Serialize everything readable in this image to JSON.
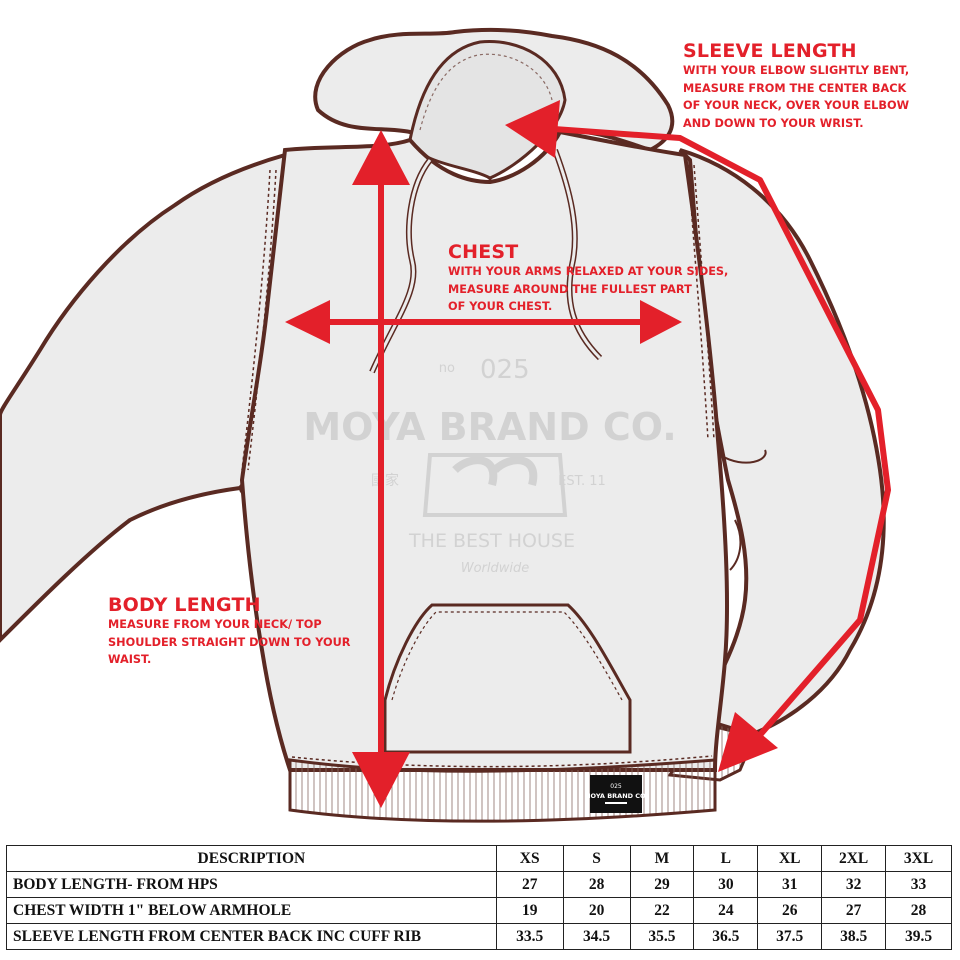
{
  "callouts": {
    "sleeve": {
      "heading": "SLEEVE LENGTH",
      "text": "WITH YOUR ELBOW SLIGHTLY BENT,\nMEASURE FROM THE CENTER BACK\nOF YOUR NECK, OVER YOUR ELBOW\nAND DOWN TO YOUR WRIST."
    },
    "chest": {
      "heading": "CHEST",
      "text": "WITH YOUR ARMS RELAXED AT YOUR SIDES,\nMEASURE AROUND THE FULLEST PART\nOF YOUR CHEST."
    },
    "body": {
      "heading": "BODY LENGTH",
      "text": "MEASURE FROM YOUR NECK/ TOP\nSHOULDER STRAIGHT DOWN TO YOUR\nWAIST."
    }
  },
  "print_graphic": {
    "number_prefix": "no",
    "number": "025",
    "brand": "MOYA BRAND CO.",
    "chinese": "國家",
    "established": "EST. 11",
    "tagline": "THE BEST HOUSE",
    "script": "Worldwide"
  },
  "hem_label": {
    "number": "025",
    "brand": "MOYA BRAND CO."
  },
  "colors": {
    "accent_red": "#e3202a",
    "outline": "#5a2a22",
    "garment_fill": "#ececec",
    "print_gray": "#d6d6d6"
  },
  "size_table": {
    "header": [
      "DESCRIPTION",
      "XS",
      "S",
      "M",
      "L",
      "XL",
      "2XL",
      "3XL"
    ],
    "rows": [
      {
        "description": "BODY LENGTH- FROM HPS",
        "values": [
          "27",
          "28",
          "29",
          "30",
          "31",
          "32",
          "33"
        ]
      },
      {
        "description": "CHEST WIDTH 1\" BELOW ARMHOLE",
        "values": [
          "19",
          "20",
          "22",
          "24",
          "26",
          "27",
          "28"
        ]
      },
      {
        "description": "SLEEVE LENGTH FROM CENTER BACK INC CUFF RIB",
        "values": [
          "33.5",
          "34.5",
          "35.5",
          "36.5",
          "37.5",
          "38.5",
          "39.5"
        ]
      }
    ]
  }
}
